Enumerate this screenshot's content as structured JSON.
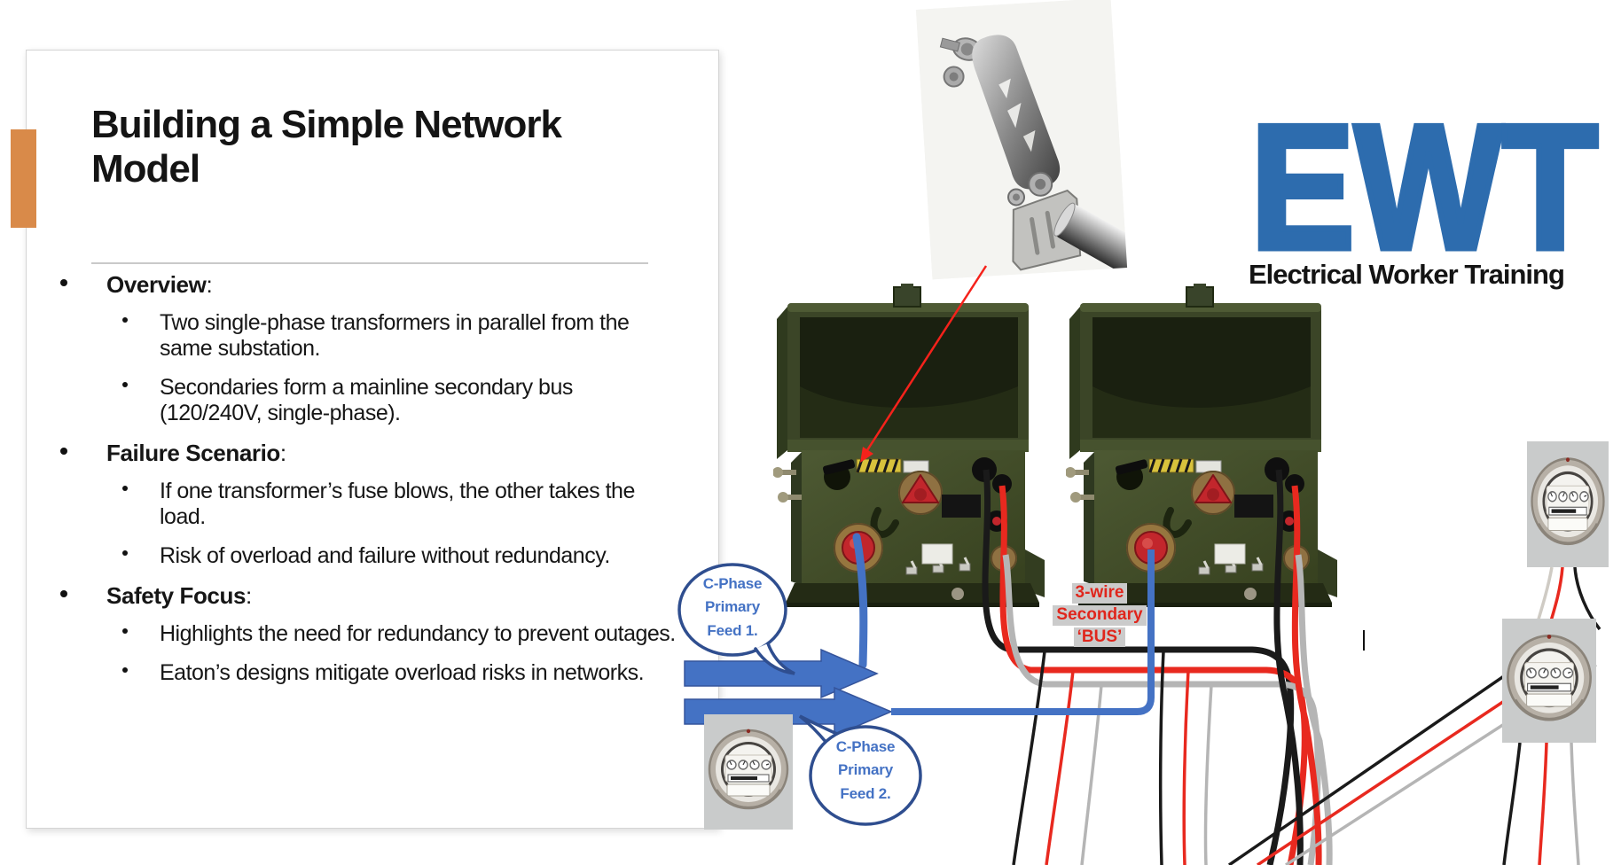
{
  "slide": {
    "title": "Building a Simple Network\nModel",
    "sections": [
      {
        "heading": "Overview",
        "suffix": ":",
        "items": [
          "Two single-phase transformers in parallel from the\nsame substation.",
          "Secondaries form a mainline secondary bus\n(120/240V, single-phase)."
        ]
      },
      {
        "heading": "Failure Scenario",
        "suffix": ":",
        "items": [
          "If one transformer’s fuse blows, the other takes the\nload.",
          "Risk of overload and failure without redundancy."
        ]
      },
      {
        "heading": "Safety Focus",
        "suffix": ":",
        "items": [
          "Highlights the need for redundancy to prevent outages.",
          "Eaton’s designs mitigate overload risks in networks."
        ]
      }
    ]
  },
  "logo": {
    "acronym": "EWT",
    "name": "Electrical Worker Training",
    "brand_blue": "#2d6cae"
  },
  "diagram": {
    "callout_feed1": {
      "line1": "C-Phase",
      "line2": "Primary",
      "line3": "Feed 1."
    },
    "callout_feed2": {
      "line1": "C-Phase",
      "line2": "Primary",
      "line3": "Feed 2."
    },
    "bus_label": {
      "line1": "3-wire",
      "line2": "Secondary",
      "line3": "‘BUS’"
    },
    "colors": {
      "feed_arrow_blue": "#4472c4",
      "callout_border_blue": "#2f4e8f",
      "bus_label_red": "#e0261c",
      "wire_black": "#1a1a1a",
      "wire_red": "#e8291f",
      "wire_gray": "#b5b5b5",
      "transformer_green": "#434e2d",
      "accent_orange": "#d98a49"
    }
  }
}
